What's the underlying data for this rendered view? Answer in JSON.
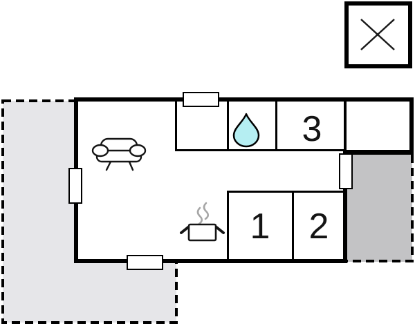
{
  "plan": {
    "rooms": [
      {
        "id": "room-1",
        "label": "1"
      },
      {
        "id": "room-2",
        "label": "2"
      },
      {
        "id": "room-3",
        "label": "3"
      }
    ],
    "icons": {
      "bathroom": "water-drop-icon",
      "living_room": "sofa-icon",
      "kitchen": "cooking-pot-icon",
      "kitchen_steam": "steam-icon",
      "corner_symbol": "crossed-square-icon"
    },
    "areas": {
      "terrace_left": "terrace",
      "terrace_right": "terrace"
    }
  },
  "colors": {
    "wall": "#000000",
    "terrace_light": "#e6e6e9",
    "terrace_dark": "#c3c3c5",
    "water_drop_fill": "#b5eef2",
    "steam": "#a6a6a6",
    "label": "#141414",
    "background": "#ffffff"
  }
}
